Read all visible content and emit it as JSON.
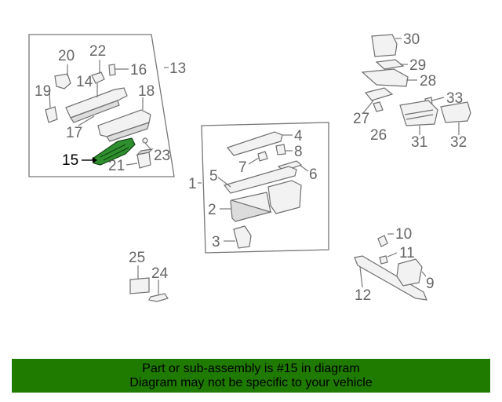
{
  "highlighted_part": "15",
  "callouts": {
    "c1": "1",
    "c2": "2",
    "c3": "3",
    "c4": "4",
    "c5": "5",
    "c6": "6",
    "c7": "7",
    "c8": "8",
    "c9": "9",
    "c10": "10",
    "c11": "11",
    "c12": "12",
    "c13": "13",
    "c14": "14",
    "c15": "15",
    "c16": "16",
    "c17": "17",
    "c18": "18",
    "c19": "19",
    "c20": "20",
    "c21": "21",
    "c22": "22",
    "c23": "23",
    "c24": "24",
    "c25": "25",
    "c26": "26",
    "c27": "27",
    "c28": "28",
    "c29": "29",
    "c30": "30",
    "c31": "31",
    "c32": "32",
    "c33": "33"
  },
  "footer": {
    "line1": "Part or sub-assembly is #15 in diagram",
    "line2": "Diagram may not be specific to your vehicle"
  },
  "colors": {
    "highlight": "#2f8f2f",
    "footer_bg": "#1f7a00"
  }
}
